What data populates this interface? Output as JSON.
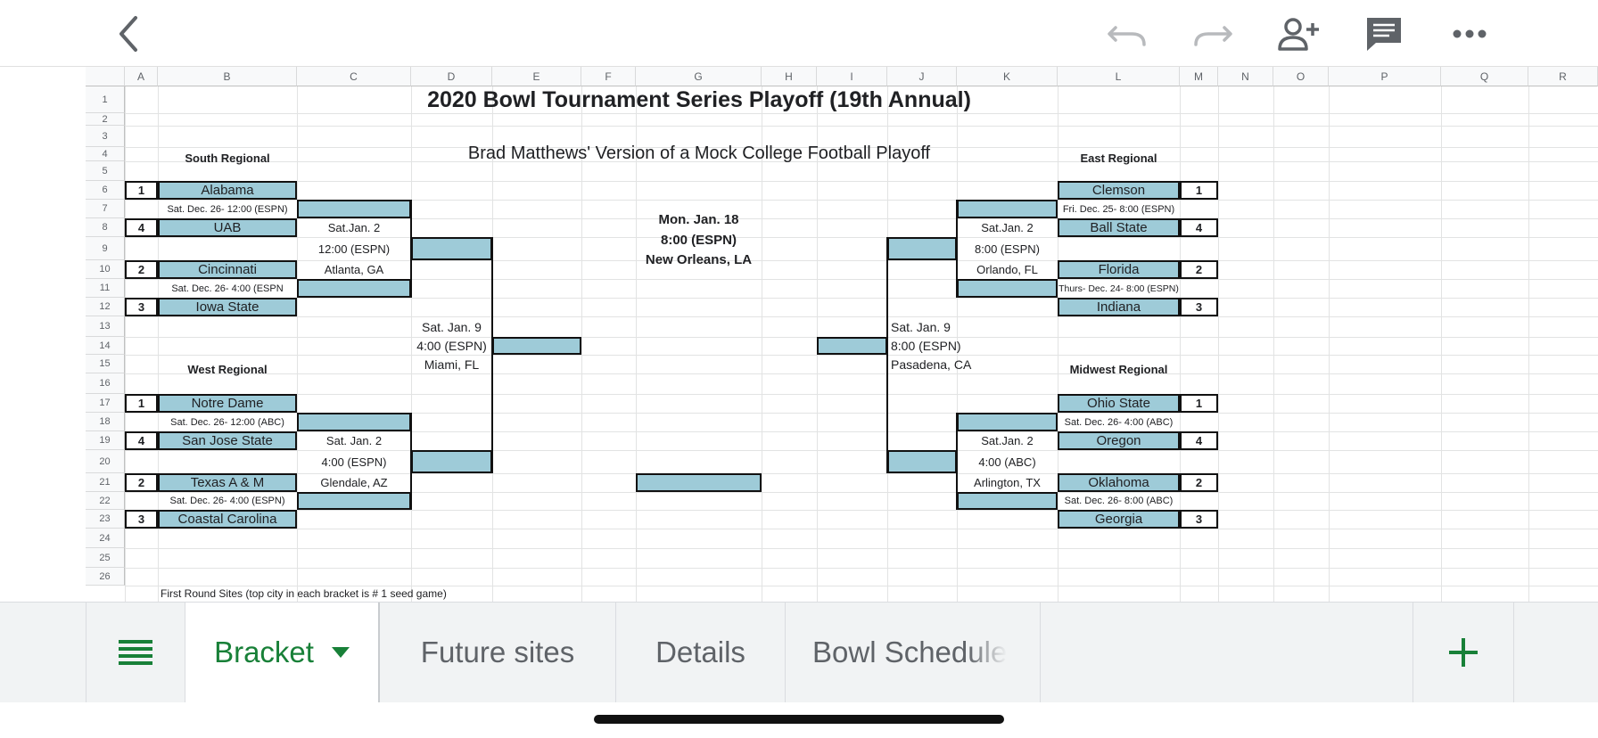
{
  "toolbar": {
    "back_icon": "chevron-left-icon",
    "undo_icon": "undo-icon",
    "redo_icon": "redo-icon",
    "share_icon": "add-person-icon",
    "comment_icon": "comment-icon",
    "more_icon": "more-horizontal-icon"
  },
  "columns": [
    "A",
    "B",
    "C",
    "D",
    "E",
    "F",
    "G",
    "H",
    "I",
    "J",
    "K",
    "L",
    "M",
    "N",
    "O",
    "P",
    "Q",
    "R"
  ],
  "rows": [
    "1",
    "2",
    "3",
    "4",
    "5",
    "6",
    "7",
    "8",
    "9",
    "10",
    "11",
    "12",
    "13",
    "14",
    "15",
    "16",
    "17",
    "18",
    "19",
    "20",
    "21",
    "22",
    "23",
    "24",
    "25",
    "26"
  ],
  "sheet": {
    "title": "2020 Bowl Tournament Series Playoff (19th Annual)",
    "subtitle": "Brad Matthews' Version of a Mock College Football Playoff",
    "footnote": "First Round Sites (top city in each bracket is # 1 seed game)",
    "final": {
      "date": "Mon. Jan. 18",
      "time": "8:00 (ESPN)",
      "place": "New Orleans, LA"
    },
    "south": {
      "header": "South Regional",
      "seeds": [
        "1",
        "4",
        "2",
        "3"
      ],
      "teams": [
        "Alabama",
        "UAB",
        "Cincinnati",
        "Iowa State"
      ],
      "game1": "Sat. Dec. 26- 12:00 (ESPN)",
      "game2": "Sat. Dec. 26- 4:00 (ESPN",
      "round2": [
        "Sat.Jan. 2",
        "12:00 (ESPN)",
        "Atlanta, GA"
      ]
    },
    "west": {
      "header": "West Regional",
      "seeds": [
        "1",
        "4",
        "2",
        "3"
      ],
      "teams": [
        "Notre Dame",
        "San Jose State",
        "Texas A & M",
        "Coastal Carolina"
      ],
      "game1": "Sat. Dec. 26- 12:00 (ABC)",
      "game2": "Sat. Dec. 26- 4:00 (ESPN)",
      "round2": [
        "Sat. Jan. 2",
        "4:00 (ESPN)",
        "Glendale, AZ"
      ]
    },
    "left_semi": [
      "Sat. Jan. 9",
      "4:00 (ESPN)",
      "Miami, FL"
    ],
    "east": {
      "header": "East Regional",
      "seeds": [
        "1",
        "4",
        "2",
        "3"
      ],
      "teams": [
        "Clemson",
        "Ball State",
        "Florida",
        "Indiana"
      ],
      "game1": "Fri. Dec. 25- 8:00 (ESPN)",
      "game2": "Thurs- Dec. 24- 8:00 (ESPN)",
      "round2": [
        "Sat.Jan. 2",
        "8:00 (ESPN)",
        "Orlando, FL"
      ]
    },
    "midwest": {
      "header": "Midwest Regional",
      "seeds": [
        "1",
        "4",
        "2",
        "3"
      ],
      "teams": [
        "Ohio State",
        "Oregon",
        "Oklahoma",
        "Georgia"
      ],
      "game1": "Sat. Dec. 26- 4:00 (ABC)",
      "game2": "Sat. Dec. 26- 8:00 (ABC)",
      "round2": [
        "Sat.Jan. 2",
        "4:00 (ABC)",
        "Arlington, TX"
      ]
    },
    "right_semi": [
      "Sat. Jan. 9",
      "8:00 (ESPN)",
      "Pasadena, CA"
    ]
  },
  "tabs": {
    "menu_icon": "list-icon",
    "items": [
      "Bracket",
      "Future sites",
      "Details",
      "Bowl Schedule"
    ],
    "active_icon": "triangle-down-icon",
    "add_icon": "plus-icon"
  },
  "colors": {
    "cell_fill": "#9ecbd8",
    "active_tab": "#188038"
  }
}
